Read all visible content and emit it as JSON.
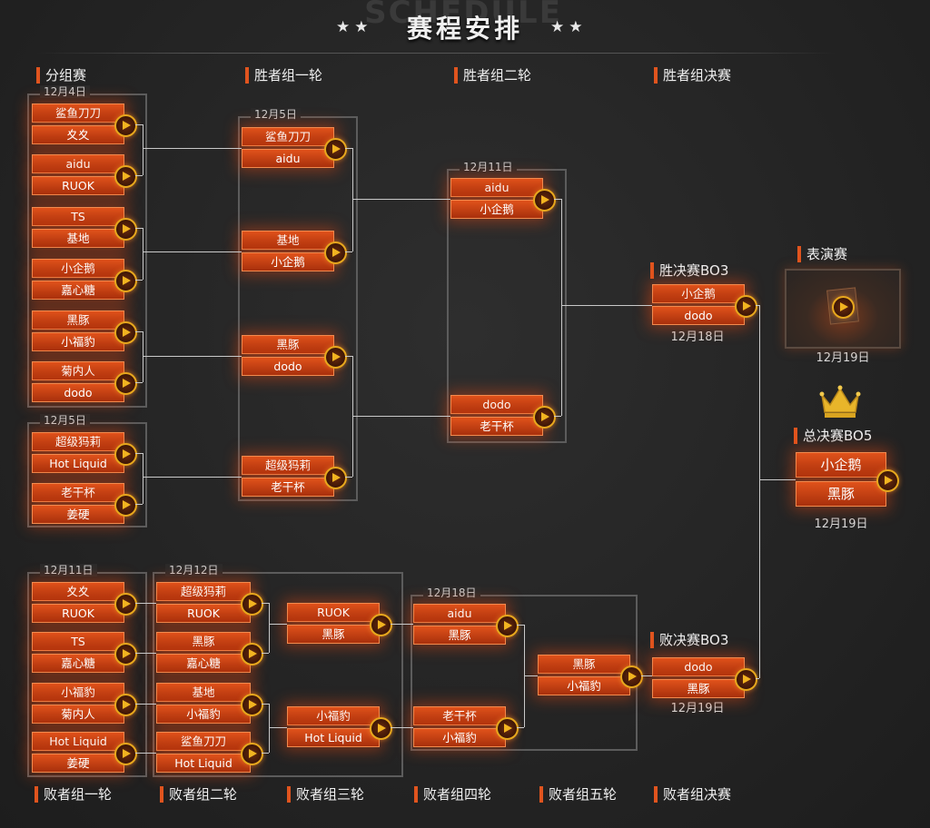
{
  "title": "赛程安排",
  "watermark": "SCHEDULE",
  "headers": {
    "groups": "分组赛",
    "w1": "胜者组一轮",
    "w2": "胜者组二轮",
    "wsf": "胜者组决赛",
    "wfinal": "胜决赛BO3",
    "lfinal": "败决赛BO3",
    "grand": "总决赛BO5",
    "show": "表演赛",
    "l1": "败者组一轮",
    "l2": "败者组二轮",
    "l3": "败者组三轮",
    "l4": "败者组四轮",
    "l5": "败者组五轮",
    "lf": "败者组决赛"
  },
  "dates": {
    "g1": "12月4日",
    "g2": "12月5日",
    "w1": "12月5日",
    "w2": "12月11日",
    "wfinal": "12月18日",
    "show": "12月19日",
    "grand": "12月19日",
    "lb1": "12月11日",
    "lb2": "12月12日",
    "lb4": "12月18日",
    "lfinal": "12月19日"
  },
  "teams": {
    "g1": [
      "鲨鱼刀刀",
      "夊夊",
      "aidu",
      "RUOK",
      "TS",
      "基地",
      "小企鹅",
      "嘉心糖",
      "黑豚",
      "小福豹",
      "菊内人",
      "dodo"
    ],
    "g2": [
      "超级犸莉",
      "Hot Liquid",
      "老干杯",
      "姜硬"
    ],
    "w1": [
      "鲨鱼刀刀",
      "aidu",
      "基地",
      "小企鹅",
      "黑豚",
      "dodo",
      "超级犸莉",
      "老干杯"
    ],
    "w2": [
      "aidu",
      "小企鹅",
      "dodo",
      "老干杯"
    ],
    "wfinal": [
      "小企鹅",
      "dodo"
    ],
    "grand": [
      "小企鹅",
      "黑豚"
    ],
    "lb1": [
      "夊夊",
      "RUOK",
      "TS",
      "嘉心糖",
      "小福豹",
      "菊内人",
      "Hot Liquid",
      "姜硬"
    ],
    "lb2": [
      "超级犸莉",
      "RUOK",
      "黑豚",
      "嘉心糖",
      "基地",
      "小福豹",
      "鲨鱼刀刀",
      "Hot Liquid"
    ],
    "lb3": [
      "RUOK",
      "黑豚",
      "小福豹",
      "Hot Liquid"
    ],
    "lb4": [
      "aidu",
      "黑豚",
      "老干杯",
      "小福豹"
    ],
    "lb5": [
      "黑豚",
      "小福豹"
    ],
    "lfinal": [
      "dodo",
      "黑豚"
    ]
  }
}
